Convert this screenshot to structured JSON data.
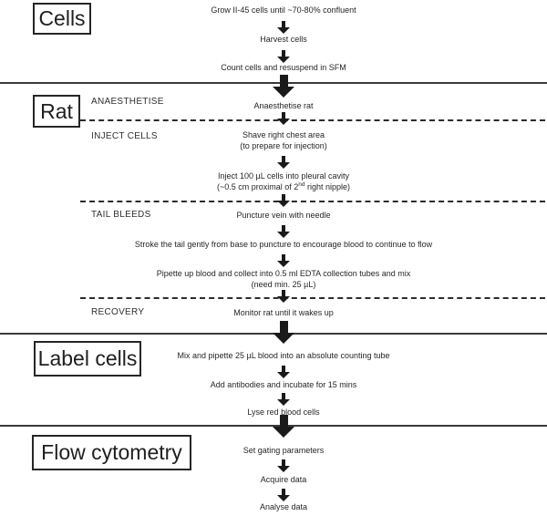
{
  "diagram": {
    "colors": {
      "ink": "#262626",
      "background": "#ffffff"
    },
    "sections": {
      "cells": {
        "title": "Cells"
      },
      "rat": {
        "title": "Rat"
      },
      "label_cells": {
        "title": "Label cells"
      },
      "flow_cytometry": {
        "title": "Flow cytometry"
      }
    },
    "side_labels": {
      "anaesthetise": "ANAESTHETISE",
      "inject_cells": "INJECT CELLS",
      "tail_bleeds": "TAIL BLEEDS",
      "recovery": "RECOVERY"
    },
    "steps": {
      "grow": "Grow II-45 cells until ~70-80% confluent",
      "harvest": "Harvest cells",
      "count": "Count cells and resuspend in SFM",
      "anaesthetise_rat": "Anaesthetise rat",
      "shave_line1": "Shave right chest area",
      "shave_line2": "(to prepare for injection)",
      "inject_line1": "Inject 100 µL cells into pleural cavity",
      "inject_line2_pre": "(~0.5 cm proximal of 2",
      "inject_line2_sup": "nd",
      "inject_line2_post": " right nipple)",
      "puncture": "Puncture vein with needle",
      "stroke": "Stroke the tail gently from base to puncture to encourage blood to continue to flow",
      "pipette_line1": "Pipette up blood and collect into 0.5 ml EDTA collection tubes and mix",
      "pipette_line2": "(need min. 25 µL)",
      "monitor": "Monitor rat until it wakes up",
      "mix": "Mix and pipette 25 µL blood into an absolute counting tube",
      "antibodies": "Add antibodies and incubate for 15 mins",
      "lyse": "Lyse red blood cells",
      "gating": "Set gating parameters",
      "acquire": "Acquire data",
      "analyse": "Analyse data"
    }
  }
}
